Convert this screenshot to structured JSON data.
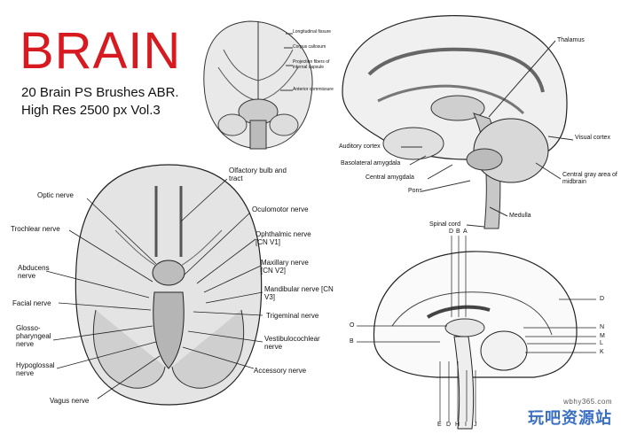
{
  "header": {
    "title": "BRAIN",
    "line1": "20 Brain PS Brushes ABR.",
    "line2": "High Res 2500 px Vol.3"
  },
  "top_center": {
    "labels": [
      "Longitudinal fissure",
      "Corpus callosum",
      "Projection fibers of internal capsule",
      "Anterior commissure"
    ]
  },
  "top_right": {
    "labels": [
      "Thalamus",
      "Visual cortex",
      "Central gray area of midbrain",
      "Auditory cortex",
      "Basolateral amygdala",
      "Central amygdala",
      "Pons",
      "Medulla",
      "Spinal cord"
    ]
  },
  "bottom_left": {
    "labels": [
      "Olfactory bulb and tract",
      "Optic nerve",
      "Oculomotor nerve",
      "Trochlear nerve",
      "Ophthalmic nerve [CN V1]",
      "Maxillary nerve [CN V2]",
      "Abducens nerve",
      "Mandibular nerve [CN V3]",
      "Facial nerve",
      "Trigeminal nerve",
      "Glosso-pharyngeal nerve",
      "Vestibulocochlear nerve",
      "Hypoglossal nerve",
      "Accessory nerve",
      "Vagus nerve"
    ]
  },
  "bottom_right": {
    "top_letters": [
      "D",
      "B",
      "A"
    ],
    "side_letters": [
      "O",
      "B",
      "D",
      "N",
      "M",
      "L",
      "K"
    ],
    "bottom_letters": [
      "E",
      "D",
      "H",
      "I",
      "J"
    ]
  },
  "watermark": {
    "url": "wbhy365.com",
    "text": "玩吧资源站"
  },
  "colors": {
    "title": "#d71920",
    "line": "#1a1a1a",
    "shade": "#bdbdbd",
    "watermark": "#3a6fc4"
  }
}
